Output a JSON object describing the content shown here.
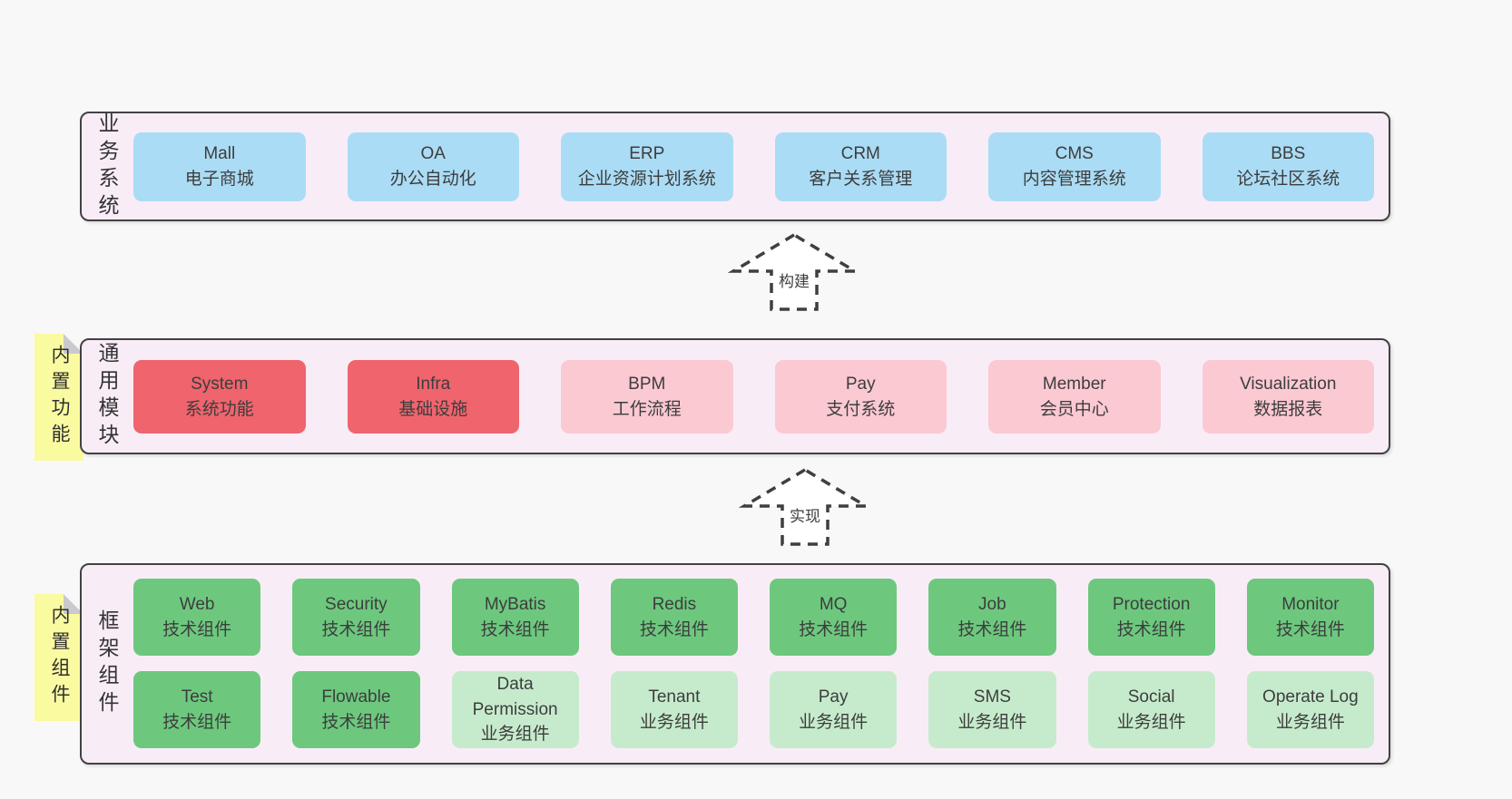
{
  "colors": {
    "background": "#f8f8f8",
    "panel_bg": "#f8edf7",
    "panel_border": "#424242",
    "box_blue": "#abdcf5",
    "box_red": "#f0646d",
    "box_pink": "#fbc9d2",
    "box_green": "#6dc87e",
    "box_green_light": "#c6ebcc",
    "sticky_yellow": "#fafaa1",
    "sticky_fold": "#c9c9ce",
    "text": "#3d3d3d"
  },
  "arrows": [
    {
      "label": "构建"
    },
    {
      "label": "实现"
    }
  ],
  "panels": {
    "business": {
      "label": "业务系统",
      "boxes": [
        {
          "name": "Mall",
          "desc": "电子商城"
        },
        {
          "name": "OA",
          "desc": "办公自动化"
        },
        {
          "name": "ERP",
          "desc": "企业资源计划系统"
        },
        {
          "name": "CRM",
          "desc": "客户关系管理"
        },
        {
          "name": "CMS",
          "desc": "内容管理系统"
        },
        {
          "name": "BBS",
          "desc": "论坛社区系统"
        }
      ]
    },
    "modules": {
      "sticky": "内置功能",
      "label": "通用模块",
      "boxes": [
        {
          "name": "System",
          "desc": "系统功能"
        },
        {
          "name": "Infra",
          "desc": "基础设施"
        },
        {
          "name": "BPM",
          "desc": "工作流程"
        },
        {
          "name": "Pay",
          "desc": "支付系统"
        },
        {
          "name": "Member",
          "desc": "会员中心"
        },
        {
          "name": "Visualization",
          "desc": "数据报表"
        }
      ]
    },
    "components": {
      "sticky": "内置组件",
      "label": "框架组件",
      "rows": [
        [
          {
            "name": "Web",
            "desc": "技术组件"
          },
          {
            "name": "Security",
            "desc": "技术组件"
          },
          {
            "name": "MyBatis",
            "desc": "技术组件"
          },
          {
            "name": "Redis",
            "desc": "技术组件"
          },
          {
            "name": "MQ",
            "desc": "技术组件"
          },
          {
            "name": "Job",
            "desc": "技术组件"
          },
          {
            "name": "Protection",
            "desc": "技术组件"
          },
          {
            "name": "Monitor",
            "desc": "技术组件"
          }
        ],
        [
          {
            "name": "Test",
            "desc": "技术组件"
          },
          {
            "name": "Flowable",
            "desc": "技术组件"
          },
          {
            "name": "Data Permission",
            "desc": "业务组件"
          },
          {
            "name": "Tenant",
            "desc": "业务组件"
          },
          {
            "name": "Pay",
            "desc": "业务组件"
          },
          {
            "name": "SMS",
            "desc": "业务组件"
          },
          {
            "name": "Social",
            "desc": "业务组件"
          },
          {
            "name": "Operate Log",
            "desc": "业务组件"
          }
        ]
      ]
    }
  }
}
